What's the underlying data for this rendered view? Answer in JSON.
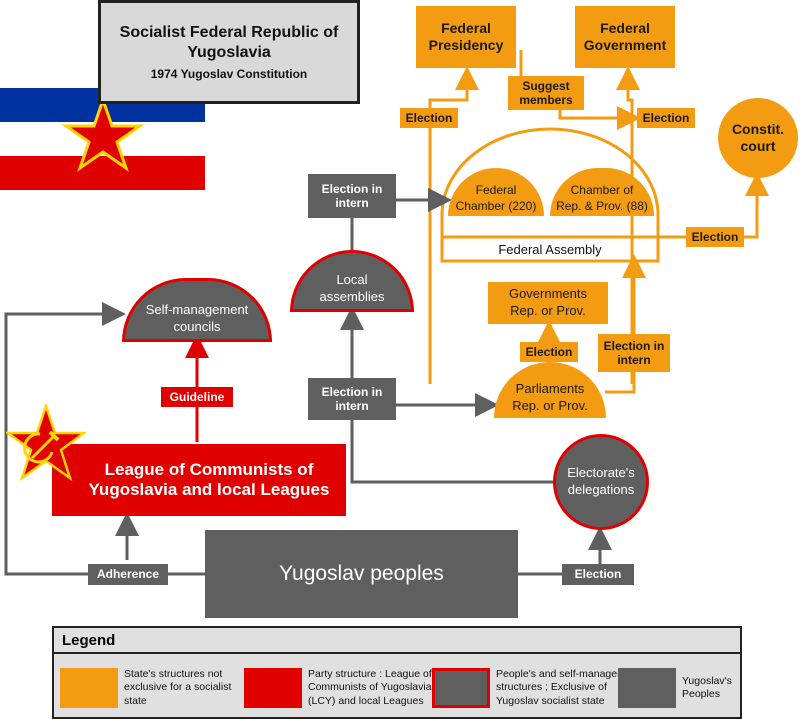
{
  "title": {
    "line1": "Socialist Federal Republic of\nYugoslavia",
    "line2": "1974 Yugoslav Constitution"
  },
  "nodes": {
    "federal_presidency": "Federal\nPresidency",
    "federal_government": "Federal\nGovernment",
    "suggest_members": "Suggest\nmembers",
    "election_left": "Election",
    "election_right": "Election",
    "constit_court": "Constit.\ncourt",
    "federal_chamber": "Federal\nChamber (220)",
    "chamber_rep_prov": "Chamber of\nRep. & Prov. (88)",
    "federal_assembly": "Federal Assembly",
    "election_court": "Election",
    "election_in_intern_top": "Election in\nintern",
    "local_assemblies": "Local\nassemblies",
    "governments_rep_prov": "Governments\nRep. or Prov.",
    "election_gov": "Election",
    "election_in_intern_orange": "Election in\nintern",
    "self_management_councils": "Self-management\ncouncils",
    "guideline": "Guideline",
    "election_in_intern_mid": "Election in\nintern",
    "parliaments": "Parliaments\nRep. or Prov.",
    "lcy": "League of Communists of\nYugoslavia and local Leagues",
    "electorate_delegations": "Electorate's\ndelegations",
    "yugoslav_peoples": "Yugoslav peoples",
    "adherence": "Adherence",
    "election_bottom": "Election"
  },
  "legend": {
    "title": "Legend",
    "items": [
      {
        "text": "State's structures not\nexclusive for a socialist\nstate",
        "color": "#f39c12"
      },
      {
        "text": "Party structure : League of\nCommunists of Yugoslavia\n(LCY) and local Leagues",
        "color": "#e00000"
      },
      {
        "text": "People's and self-management\nstructures ; Exclusive of\nYugoslav socialist state",
        "color": "#5f5f5f"
      },
      {
        "text": "Yugoslav's\nPeoples",
        "color": "#5f5f5f"
      }
    ]
  },
  "colors": {
    "orange": "#f39c12",
    "grey": "#5f5f5f",
    "red": "#e00000",
    "flag_blue": "#0033a0",
    "flag_red": "#e00000",
    "star_yellow": "#ffd400"
  },
  "icons": [
    "yugoslav-flag-icon",
    "hammer-sickle-star-icon"
  ]
}
